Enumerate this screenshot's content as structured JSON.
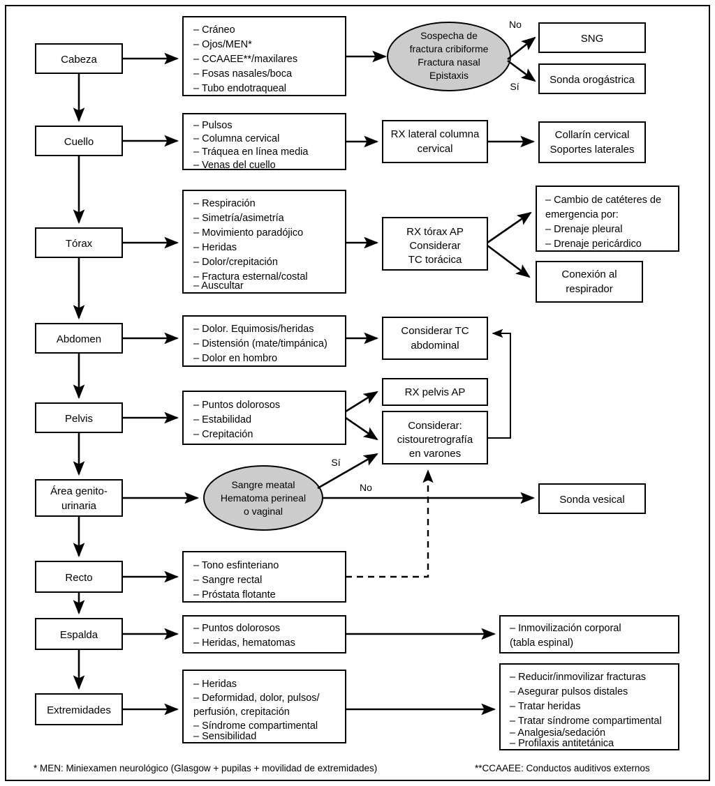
{
  "figure": {
    "title": "Exploracion secundaria del paciente politraumatizado",
    "background": "#ffffff",
    "decision_fill": "#cccccc",
    "stroke": "#000000"
  },
  "spine": [
    {
      "id": "cabeza",
      "label": "Cabeza"
    },
    {
      "id": "cuello",
      "label": "Cuello"
    },
    {
      "id": "torax",
      "label": "Tórax"
    },
    {
      "id": "abdomen",
      "label": "Abdomen"
    },
    {
      "id": "pelvis",
      "label": "Pelvis"
    },
    {
      "id": "genitourinaria",
      "label_line1": "Área genito-",
      "label_line2": "urinaria"
    },
    {
      "id": "recto",
      "label": "Recto"
    },
    {
      "id": "espalda",
      "label": "Espalda"
    },
    {
      "id": "extremidades",
      "label": "Extremidades"
    }
  ],
  "findings": {
    "cabeza": [
      "– Cráneo",
      "– Ojos/MEN*",
      "– CCAAEE**/maxilares",
      "– Fosas nasales/boca",
      "– Tubo endotraqueal"
    ],
    "cuello": [
      "– Pulsos",
      "– Columna cervical",
      "– Tráquea en línea media",
      "– Venas del cuello"
    ],
    "torax": [
      "– Respiración",
      "– Simetría/asimetría",
      "– Movimiento paradójico",
      "– Heridas",
      "– Dolor/crepitación",
      "– Fractura esternal/costal",
      "– Auscultar"
    ],
    "abdomen": [
      "– Dolor. Equimosis/heridas",
      "– Distensión (mate/timpánica)",
      "– Dolor en hombro"
    ],
    "pelvis": [
      "– Puntos dolorosos",
      "– Estabilidad",
      "– Crepitación"
    ],
    "recto": [
      "– Tono esfinteriano",
      "– Sangre rectal",
      "– Próstata flotante"
    ],
    "espalda": [
      "– Puntos dolorosos",
      "– Heridas, hematomas"
    ],
    "extremidades": [
      "– Heridas",
      "– Deformidad, dolor, pulsos/",
      "   perfusión, crepitación",
      "– Síndrome compartimental",
      "– Sensibilidad"
    ]
  },
  "decisions": {
    "craneal": {
      "lines": [
        "Sospecha de",
        "fractura cribiforme",
        "Fractura nasal",
        "Epistaxis"
      ],
      "branch_no": "No",
      "branch_si": "Sí",
      "out_no": "SNG",
      "out_si": "Sonda orogástrica"
    },
    "genitourinaria": {
      "lines": [
        "Sangre meatal",
        "Hematoma perineal",
        "o vaginal"
      ],
      "branch_si": "Sí",
      "branch_no": "No",
      "out_no": "Sonda vesical"
    }
  },
  "actions": {
    "cuello_test": [
      "RX lateral columna",
      "cervical"
    ],
    "cuello_result": [
      "Collarín cervical",
      "Soportes laterales"
    ],
    "torax_test": [
      "RX tórax AP",
      "Considerar",
      "TC torácica"
    ],
    "torax_result_a": [
      "– Cambio de catéteres de",
      "   emergencia por:",
      "      – Drenaje pleural",
      "      – Drenaje pericárdico"
    ],
    "torax_result_b": [
      "Conexión al",
      "respirador"
    ],
    "abdomen_test": [
      "Considerar TC",
      "abdominal"
    ],
    "pelvis_test_a": [
      "RX pelvis AP"
    ],
    "pelvis_test_b": [
      "Considerar:",
      "cistouretrografía",
      "en varones"
    ],
    "espalda_result": [
      "– Inmovilización corporal",
      "   (tabla espinal)"
    ],
    "extremidades_result": [
      "– Reducir/inmovilizar fracturas",
      "– Asegurar pulsos distales",
      "– Tratar heridas",
      "– Tratar síndrome compartimental",
      "– Analgesia/sedación",
      "– Profilaxis antitetánica"
    ]
  },
  "footnotes": {
    "men": "* MEN: Miniexamen neurológico (Glasgow + pupilas + movilidad de extremidades)",
    "ccaaee": "**CCAAEE: Conductos auditivos externos"
  }
}
